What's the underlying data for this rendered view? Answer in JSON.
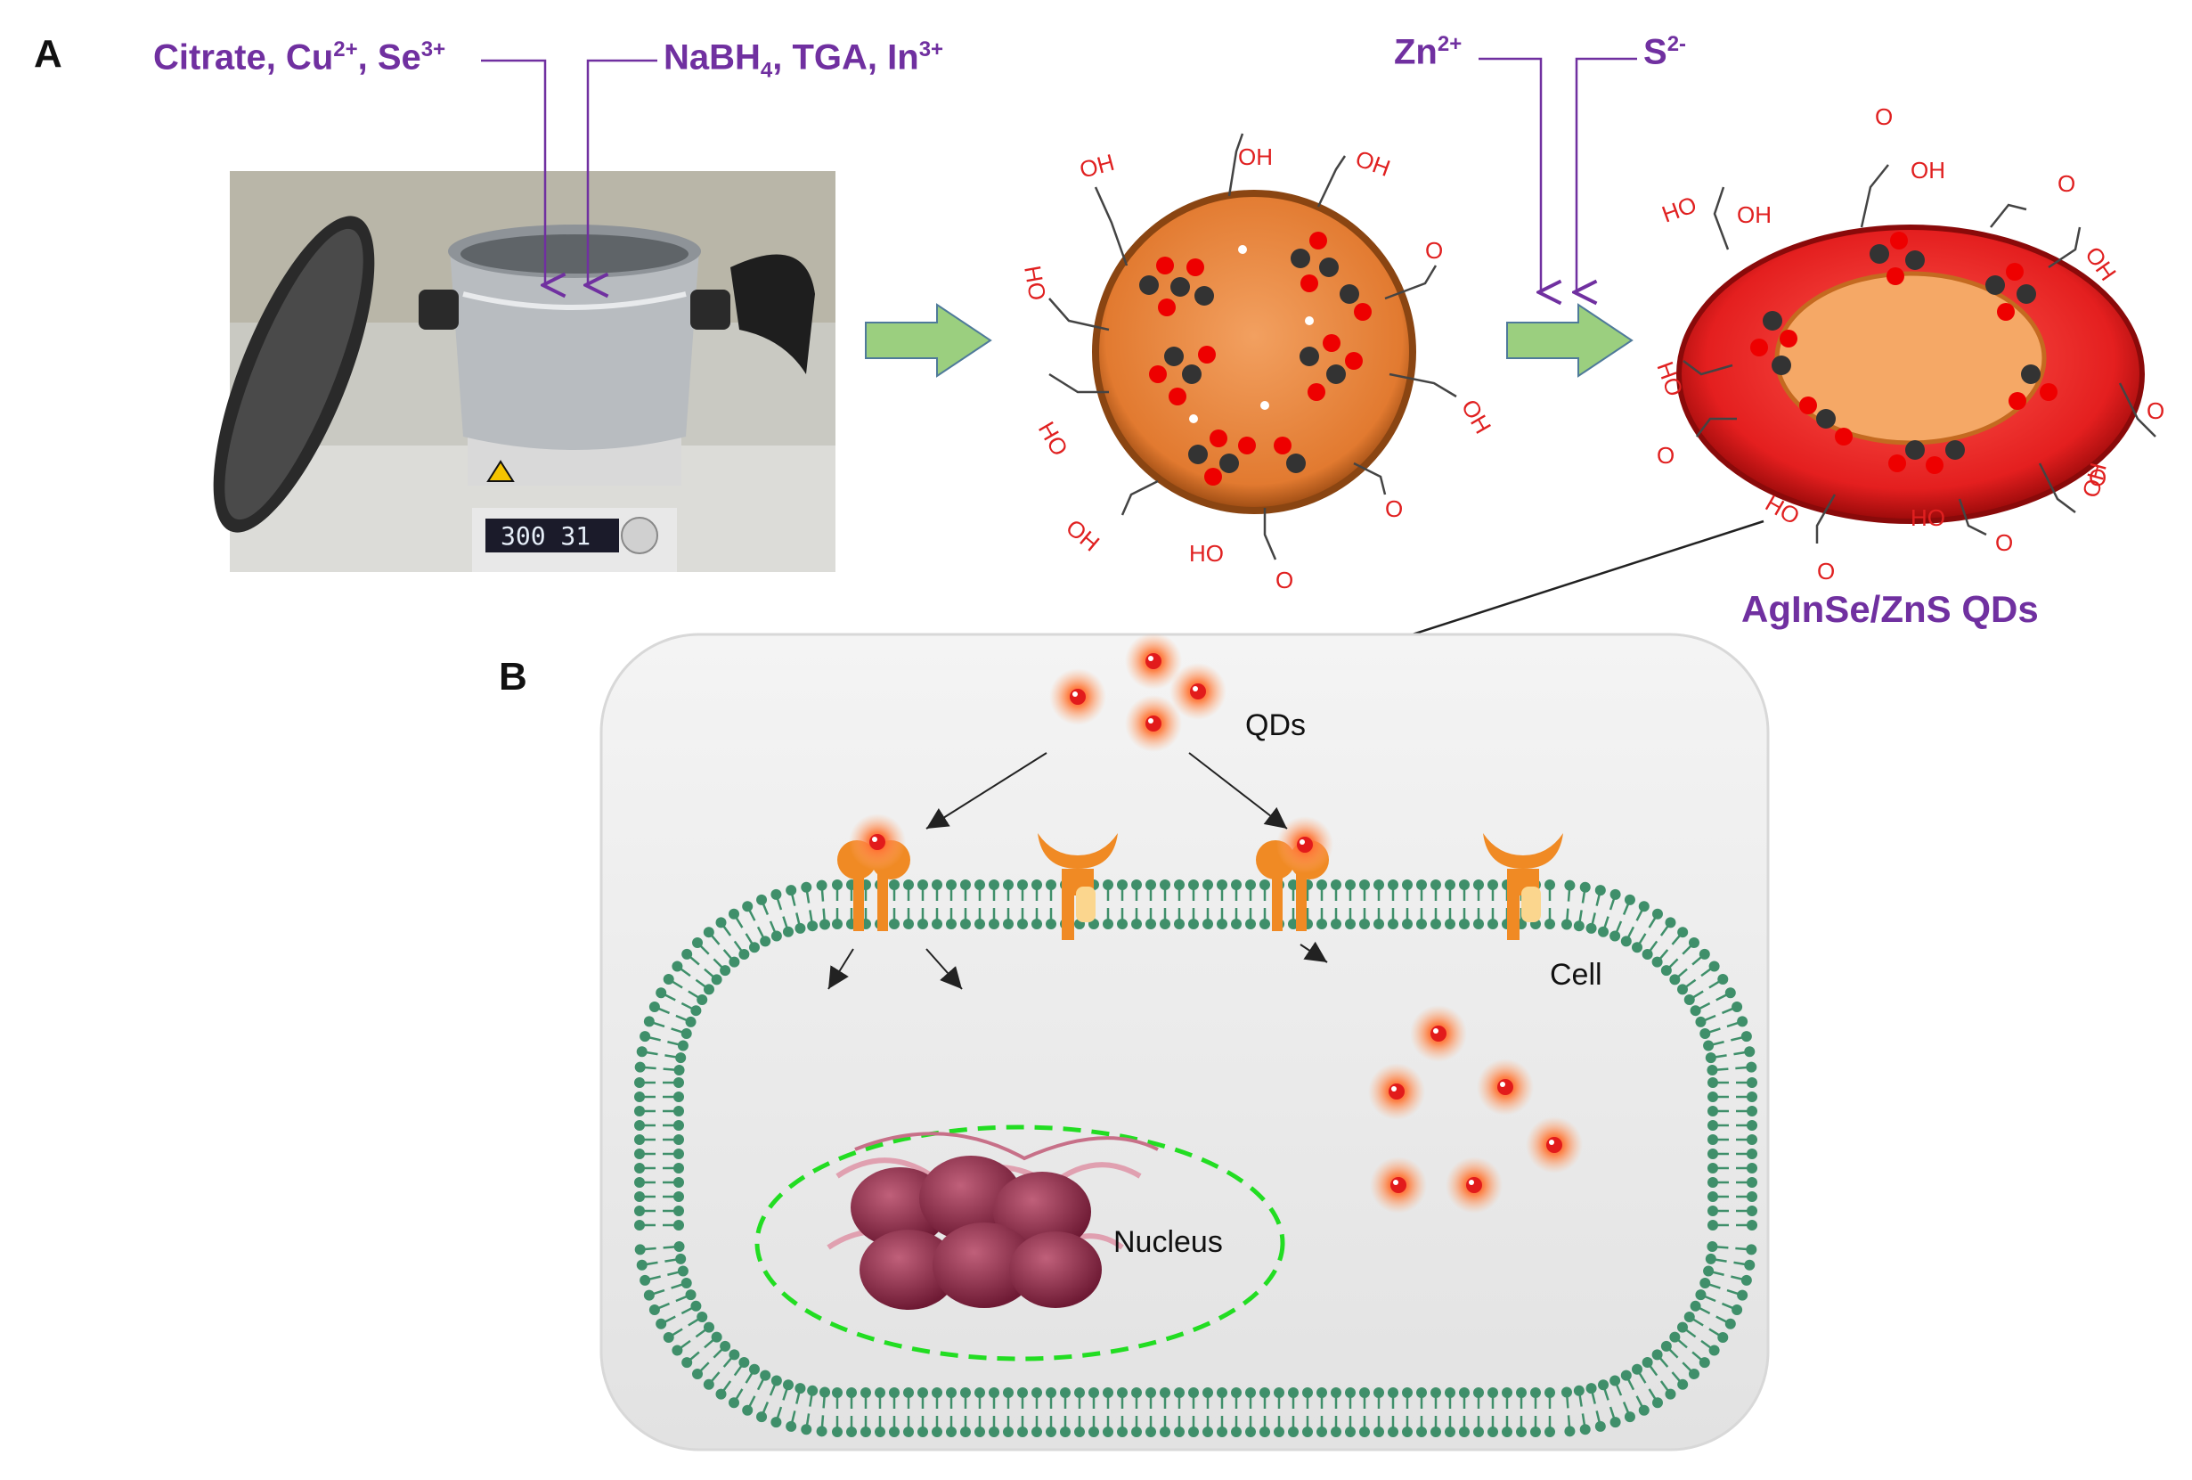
{
  "panels": {
    "a": "A",
    "b": "B"
  },
  "reagents": {
    "citrate_base": "Citrate, Cu",
    "cu_charge": "2+",
    "se_sep": ", Se",
    "se_charge": "3+",
    "nabh_base": "NaBH",
    "nabh_sub": "4",
    "nabh_rest": ", TGA, In",
    "in_charge": "3+",
    "zn_base": "Zn",
    "zn_charge": "2+",
    "s_base": "S",
    "s_charge": "2-"
  },
  "product_label": "AgInSe/ZnS QDs",
  "cell_labels": {
    "qds": "QDs",
    "cell": "Cell",
    "nucleus": "Nucleus"
  },
  "cooker_display": "300 31",
  "functional_groups": {
    "oh": "OH",
    "ho": "HO",
    "o": "O"
  },
  "colors": {
    "label_purple": "#7030a0",
    "arrow_green": "#9bcf7f",
    "core_orange": "#e8833a",
    "shell_red": "#e02020",
    "membrane_green": "#3f8f6a",
    "nucleus_green": "#22dd22",
    "receptor_orange": "#f08a24",
    "qd_red": "#e21b1b"
  }
}
